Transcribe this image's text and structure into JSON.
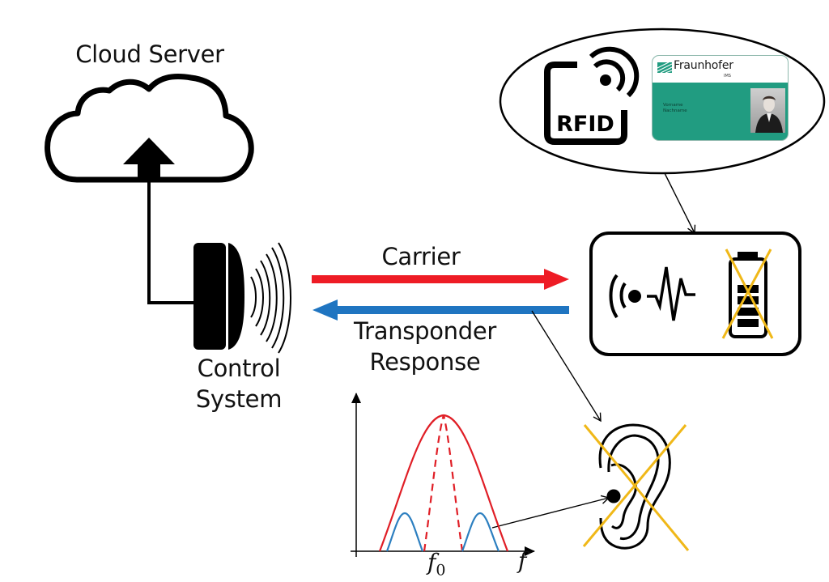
{
  "diagram": {
    "labels": {
      "cloud_server": "Cloud Server",
      "control_system_line1": "Control",
      "control_system_line2": "System",
      "carrier": "Carrier",
      "transponder_line1": "Transponder",
      "transponder_line2": "Response",
      "axis_f0": "f",
      "axis_f0_sub": "0",
      "axis_f": "f"
    },
    "rfid_badge": {
      "text": "RFID"
    },
    "id_card": {
      "brand": "Fraunhofer",
      "institute": "IMS",
      "first_name_label": "Vorname",
      "last_name_label": "Nachname"
    },
    "colors": {
      "carrier_arrow": "#ee1c25",
      "response_arrow": "#1f75c1",
      "spectrum_carrier": "#e01e26",
      "spectrum_response": "#2c7fc0",
      "cross_out": "#f0b818",
      "card_green": "#219c81",
      "outline": "#000000"
    }
  }
}
